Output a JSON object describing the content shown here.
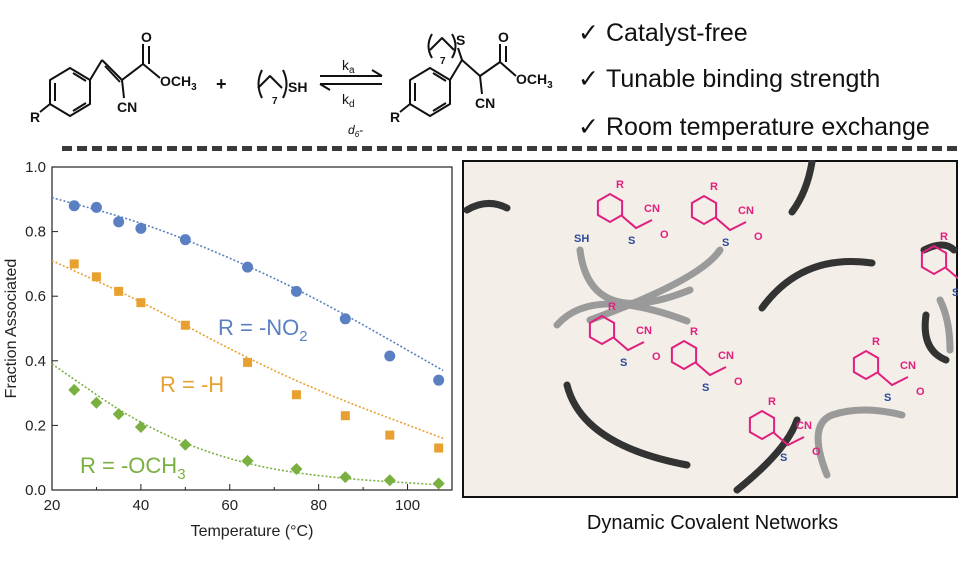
{
  "checklist": {
    "mark": "✓",
    "items": [
      {
        "label": "Catalyst-free"
      },
      {
        "label": "Tunable binding strength"
      },
      {
        "label": "Room temperature exchange"
      }
    ]
  },
  "scheme": {
    "plus": "+",
    "reactant1_group1": "OCH",
    "reactant1_sub1": "3",
    "reactant1_group2": "CN",
    "reactant1_R": "R",
    "thiol_chain_n": "7",
    "thiol_group": "SH",
    "forward_const": "k",
    "forward_sub": "a",
    "reverse_const": "k",
    "reverse_sub": "d",
    "solvent": "d",
    "solvent_sub": "6",
    "solvent_suffix": "-",
    "product_S": "S",
    "product_chain_n": "7",
    "product_group1": "OCH",
    "product_sub1": "3",
    "product_group2": "CN",
    "product_R": "R"
  },
  "network": {
    "caption": "Dynamic Covalent Networks",
    "labels": {
      "cn": "CN",
      "r": "R",
      "s": "S",
      "sh": "SH",
      "o": "O"
    },
    "colors": {
      "background": "#f3eee7",
      "adduct": "#e0207f",
      "sulfur": "#2a4a9a",
      "chain_dark": "#333333",
      "chain_light": "#9a9a9a"
    }
  },
  "chart_data": {
    "type": "scatter",
    "xlabel": "Temperature (°C)",
    "ylabel": "Fraction Associated",
    "xlim": [
      20,
      110
    ],
    "ylim": [
      0,
      1.0
    ],
    "x_ticks": [
      "20",
      "40",
      "60",
      "80",
      "100"
    ],
    "y_ticks": [
      "0.0",
      "0.2",
      "0.4",
      "0.6",
      "0.8",
      "1.0"
    ],
    "grid": false,
    "series": [
      {
        "name": "R = -NO2",
        "label_main": "R = -NO",
        "label_sub": "2",
        "color": "#5b80c2",
        "marker": "circle",
        "x": [
          25,
          30,
          35,
          40,
          50,
          64,
          75,
          86,
          96,
          107
        ],
        "y": [
          0.88,
          0.875,
          0.83,
          0.81,
          0.775,
          0.69,
          0.615,
          0.53,
          0.415,
          0.34
        ],
        "fit": [
          [
            20,
            0.905
          ],
          [
            40,
            0.83
          ],
          [
            60,
            0.72
          ],
          [
            80,
            0.59
          ],
          [
            108,
            0.37
          ]
        ]
      },
      {
        "name": "R = -H",
        "label_main": "R = -H",
        "label_sub": "",
        "color": "#e8a030",
        "marker": "square",
        "x": [
          25,
          30,
          35,
          40,
          50,
          64,
          75,
          86,
          96,
          107
        ],
        "y": [
          0.7,
          0.66,
          0.615,
          0.58,
          0.51,
          0.395,
          0.295,
          0.23,
          0.17,
          0.13
        ],
        "fit": [
          [
            20,
            0.71
          ],
          [
            40,
            0.585
          ],
          [
            60,
            0.435
          ],
          [
            80,
            0.305
          ],
          [
            108,
            0.16
          ]
        ]
      },
      {
        "name": "R = -OCH3",
        "label_main": "R = -OCH",
        "label_sub": "3",
        "color": "#7ab040",
        "marker": "diamond",
        "x": [
          25,
          30,
          35,
          40,
          50,
          64,
          75,
          86,
          96,
          107
        ],
        "y": [
          0.31,
          0.27,
          0.235,
          0.195,
          0.14,
          0.09,
          0.065,
          0.04,
          0.03,
          0.02
        ],
        "fit": [
          [
            20,
            0.39
          ],
          [
            40,
            0.2
          ],
          [
            60,
            0.09
          ],
          [
            80,
            0.04
          ],
          [
            108,
            0.015
          ]
        ]
      }
    ]
  }
}
